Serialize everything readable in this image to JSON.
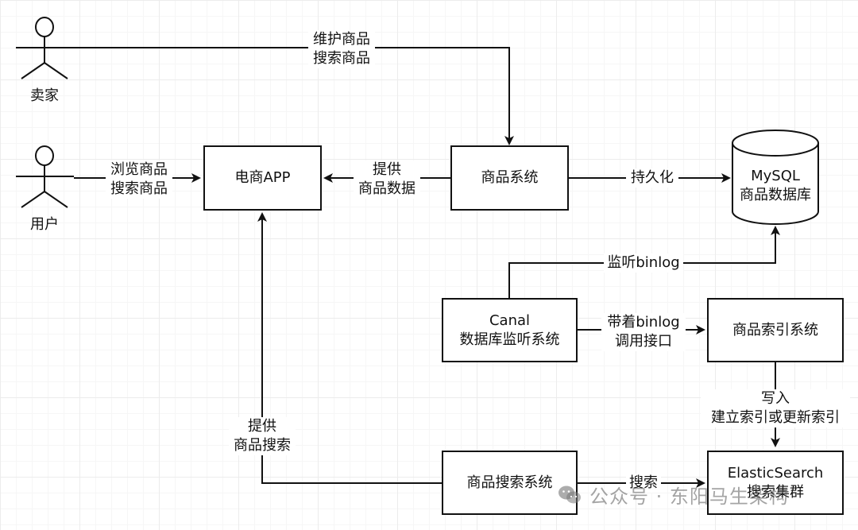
{
  "actors": {
    "seller": "卖家",
    "user": "用户"
  },
  "nodes": {
    "ecommerce_app": "电商APP",
    "product_system": "商品系统",
    "mysql": [
      "MySQL",
      "商品数据库"
    ],
    "canal": [
      "Canal",
      "数据库监听系统"
    ],
    "product_index_system": "商品索引系统",
    "product_search_system": "商品搜索系统",
    "elasticsearch": [
      "ElasticSearch",
      "搜索集群"
    ]
  },
  "edges": {
    "seller_to_product_system": [
      "维护商品",
      "搜索商品"
    ],
    "user_to_app": [
      "浏览商品",
      "搜索商品"
    ],
    "product_system_to_app": [
      "提供",
      "商品数据"
    ],
    "product_system_to_mysql": [
      "持久化"
    ],
    "canal_to_mysql": [
      "监听binlog"
    ],
    "canal_to_index_system": [
      "带着binlog",
      "调用接口"
    ],
    "index_system_to_es": [
      "写入",
      "建立索引或更新索引"
    ],
    "search_system_to_app": [
      "提供",
      "商品搜索"
    ],
    "search_system_to_es": [
      "搜索"
    ]
  },
  "watermark": "公众号 · 东阳马生架构"
}
